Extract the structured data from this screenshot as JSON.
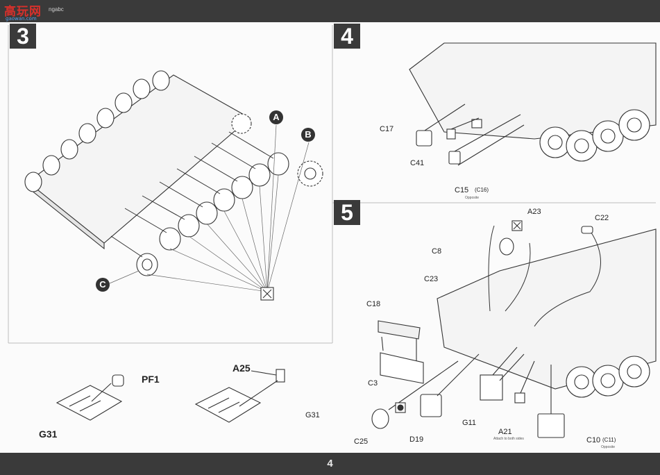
{
  "logo": {
    "main": "高玩网",
    "sub": "gaowan.com",
    "extra": "ngabc"
  },
  "page_number": "4",
  "steps": [
    {
      "number": "3"
    },
    {
      "number": "4"
    },
    {
      "number": "5"
    }
  ],
  "step3": {
    "callouts": [
      "A",
      "B",
      "C"
    ]
  },
  "step4": {
    "labels": {
      "c17": "C17",
      "c41": "C41",
      "c15": "C15",
      "c16": "(C16)",
      "note": "Opposite"
    }
  },
  "step5": {
    "labels": {
      "a23": "A23",
      "c22": "C22",
      "c8": "C8",
      "c23": "C23",
      "c18": "C18",
      "c3": "C3",
      "g31": "G31",
      "c25": "C25",
      "d19": "D19",
      "g11": "G11",
      "a21": "A21",
      "a21_note": "Attach to both sides",
      "c10": "C10",
      "c11": "(C11)",
      "c10_note": "Opposite"
    }
  },
  "subassembly": {
    "labels": {
      "pf1": "PF1",
      "g31": "G31",
      "a25": "A25"
    }
  }
}
